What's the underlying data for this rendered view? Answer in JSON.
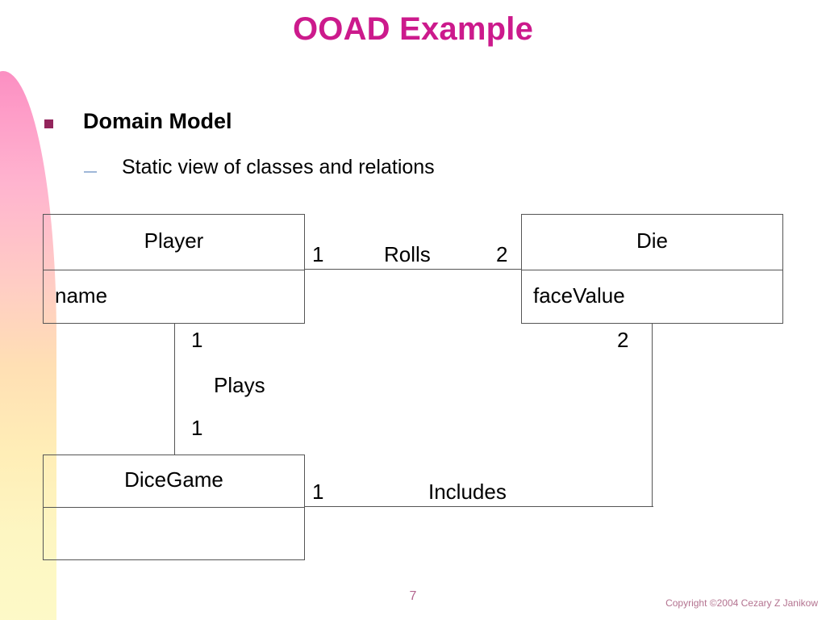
{
  "slide": {
    "title": "OOAD Example",
    "page_number": "7",
    "copyright": "Copyright ©2004 Cezary Z Janikow",
    "accent_color": "#cc1a8c",
    "bullet_marker_color": "#93255c",
    "subbullet_marker_color": "#9fb7d8",
    "footer_color": "#b3658f",
    "deco_gradient_top": "#fb8fc2",
    "deco_gradient_bottom": "#fdfac8"
  },
  "bullets": [
    {
      "level": 1,
      "text": "Domain Model",
      "marker": "square-bullet"
    },
    {
      "level": 2,
      "text": "Static view of classes and relations",
      "marker": "dash-bullet"
    }
  ],
  "diagram": {
    "type": "uml-class-diagram",
    "classes": [
      {
        "id": "player",
        "name": "Player",
        "attributes": [
          "name"
        ]
      },
      {
        "id": "die",
        "name": "Die",
        "attributes": [
          "faceValue"
        ]
      },
      {
        "id": "dicegame",
        "name": "DiceGame",
        "attributes": [
          ""
        ]
      }
    ],
    "associations": [
      {
        "id": "rolls",
        "label": "Rolls",
        "from": "player",
        "to": "die",
        "from_multiplicity": "1",
        "to_multiplicity": "2"
      },
      {
        "id": "plays",
        "label": "Plays",
        "from": "player",
        "to": "dicegame",
        "from_multiplicity": "1",
        "to_multiplicity": "1"
      },
      {
        "id": "includes",
        "label": "Includes",
        "from": "dicegame",
        "to": "die",
        "from_multiplicity": "1",
        "to_multiplicity": "2"
      }
    ]
  }
}
